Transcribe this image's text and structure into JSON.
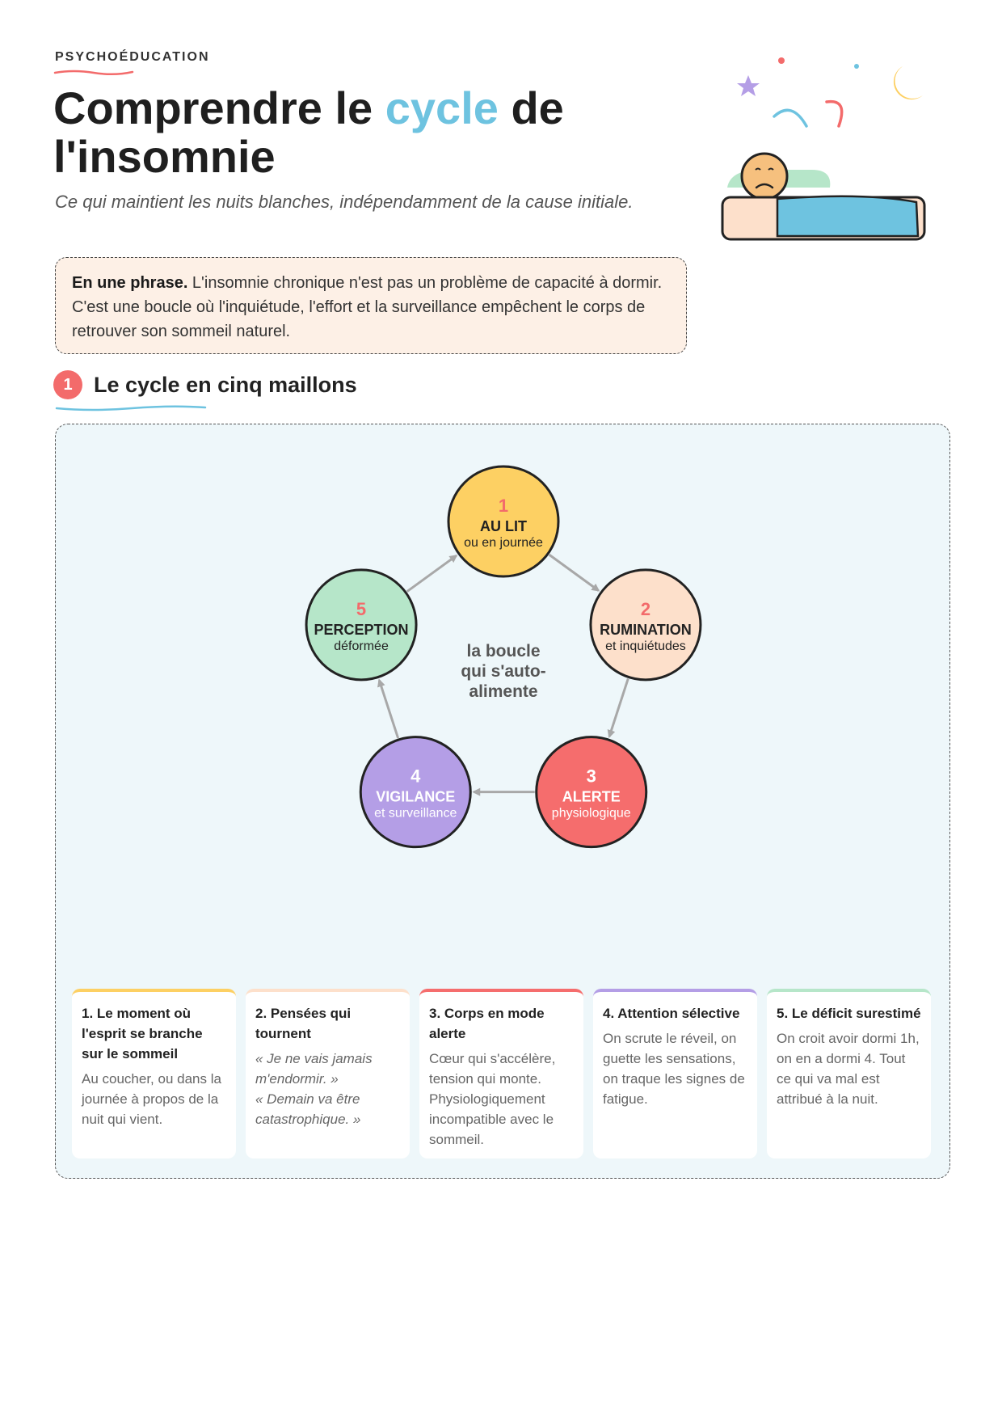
{
  "header": {
    "eyebrow": "PSYCHOÉDUCATION",
    "title_before": "Comprendre le ",
    "title_accent": "cycle",
    "title_after": " de l'insomnie",
    "subtitle": "Ce qui maintient les nuits blanches, indépendamment de la cause initiale."
  },
  "summary": {
    "lead": "En une phrase.",
    "text": " L'insomnie chronique n'est pas un problème de capacité à dormir. C'est une boucle où l'inquiétude, l'effort et la surveillance empêchent le corps de retrouver son sommeil naturel."
  },
  "section": {
    "number": "1",
    "title": "Le cycle en cinq maillons"
  },
  "cycle": {
    "center_lines": [
      "la boucle",
      "qui s'auto-",
      "alimente"
    ],
    "nodes": [
      {
        "num": "1",
        "title": "AU LIT",
        "sub": "ou en journée",
        "color": "#fdd063",
        "text_color": "#222"
      },
      {
        "num": "2",
        "title": "RUMINATION",
        "sub": "et inquiétudes",
        "color": "#fde0cb",
        "text_color": "#222"
      },
      {
        "num": "3",
        "title": "ALERTE",
        "sub": "physiologique",
        "color": "#f56d6d",
        "text_color": "#ffffff"
      },
      {
        "num": "4",
        "title": "VIGILANCE",
        "sub": "et surveillance",
        "color": "#b49ee6",
        "text_color": "#ffffff"
      },
      {
        "num": "5",
        "title": "PERCEPTION",
        "sub": "déformée",
        "color": "#b6e6c9",
        "text_color": "#222"
      }
    ]
  },
  "cards": [
    {
      "title": "1. Le moment où l'esprit se branche sur le sommeil",
      "body": [
        "Au coucher, ou dans la journée à propos de la nuit qui vient."
      ],
      "italic": false,
      "accent": "#fdd063"
    },
    {
      "title": "2. Pensées qui tournent",
      "body": [
        "« Je ne vais jamais m'endormir. »",
        "« Demain va être catastrophique. »"
      ],
      "italic": true,
      "accent": "#fde0cb"
    },
    {
      "title": "3. Corps en mode alerte",
      "body": [
        "Cœur qui s'accélère, tension qui monte. Physiologiquement incompatible avec le sommeil."
      ],
      "italic": false,
      "accent": "#f56d6d"
    },
    {
      "title": "4. Attention sélective",
      "body": [
        "On scrute le réveil, on guette les sensations, on traque les signes de fatigue."
      ],
      "italic": false,
      "accent": "#b49ee6"
    },
    {
      "title": "5. Le déficit surestimé",
      "body": [
        "On croit avoir dormi 1h, on en a dormi 4. Tout ce qui va mal est attribué à la nuit."
      ],
      "italic": false,
      "accent": "#b6e6c9"
    }
  ],
  "colors": {
    "accent_blue": "#6ec3e0",
    "accent_red": "#f36b6b",
    "panel_bg": "#eef7fa",
    "summary_bg": "#fdf0e6"
  }
}
